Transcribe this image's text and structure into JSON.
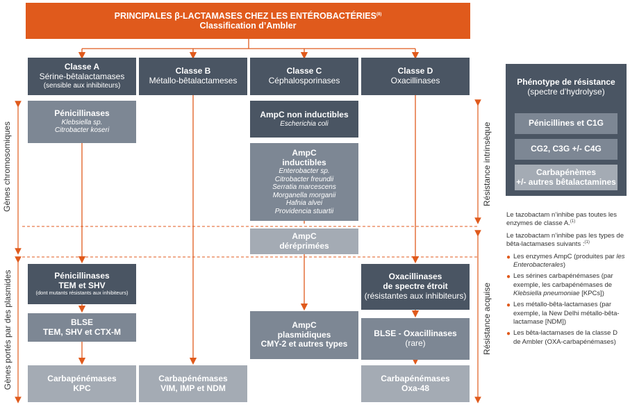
{
  "title": {
    "line1": "PRINCIPALES β-LACTAMASES CHEZ LES ENTÉROBACTÉRIES",
    "ref": "(8)",
    "line2": "Classification d’Ambler"
  },
  "classes": [
    {
      "name": "Classe A",
      "desc": "Sérine-bêtalactamases",
      "note": "(sensible aux inhibiteurs)"
    },
    {
      "name": "Classe B",
      "desc": "Métallo-bêtalactameses"
    },
    {
      "name": "Classe C",
      "desc": "Céphalosporinases"
    },
    {
      "name": "Classe D",
      "desc": "Oxacillinases"
    }
  ],
  "side_labels": {
    "chromosomic": "Gènes chromosomiques",
    "plasmid": "Gènes portés par des plasmides",
    "intrinsic": "Résistance intrinsèque",
    "acquired": "Résistance acquise"
  },
  "boxes": {
    "a_pen": {
      "title": "Pénicillinases",
      "l1": "Klebsiella sp.",
      "l2": "Citrobacter koseri"
    },
    "c_noninduc": {
      "title": "AmpC non inductibles",
      "l1": "Escherichia coli"
    },
    "c_induc": {
      "t1": "AmpC",
      "t2": "inductibles",
      "species": [
        "Enterobacter sp.",
        "Citrobacter freundii",
        "Serratia marcescens",
        "Morganella morganii",
        "Hafnia alvei",
        "Providencia stuartii"
      ]
    },
    "c_derep": {
      "t1": "AmpC",
      "t2": "déréprimées"
    },
    "a_tem": {
      "t1": "Pénicillinases",
      "t2": "TEM et SHV",
      "note": "(dont mutants résistants aux inhibiteurs)"
    },
    "a_blse": {
      "t1": "BLSE",
      "t2": "TEM, SHV et CTX-M"
    },
    "c_plasm": {
      "t1": "AmpC",
      "t2": "plasmidiques",
      "t3": "CMY-2 et autres types"
    },
    "d_oxa": {
      "t1": "Oxacillinases",
      "t2": "de spectre étroit",
      "t3": "(résistantes aux inhibiteurs)"
    },
    "d_blse": {
      "t1": "BLSE - Oxacillinases",
      "t2": "(rare)"
    },
    "a_carb": {
      "t1": "Carbapénémases",
      "t2": "KPC"
    },
    "b_carb": {
      "t1": "Carbapénémases",
      "t2": "VIM, IMP et NDM"
    },
    "d_carb": {
      "t1": "Carbapénémases",
      "t2": "Oxa-48"
    }
  },
  "legend": {
    "title": "Phénotype de résistance",
    "subtitle": "(spectre d’hydrolyse)",
    "items": [
      "Pénicillines et C1G",
      "CG2, C3G +/- C4G",
      "Carbapénèmes",
      "+/- autres bêtalactamines"
    ]
  },
  "notes": {
    "p1": "Le tazobactam n’inhibe pas toutes les enzymes de classe A.",
    "p1_ref": "(1)",
    "p2": "Le tazobactam n’inhibe pas les types de bêta-lactamases suivants :",
    "p2_ref": "(1)",
    "bullets": [
      {
        "pre": "Les enzymes AmpC (produites par ",
        "em": "les Enterobacterales",
        "post": ")"
      },
      {
        "pre": "Les sérines carbapénémases (par exemple, les carbapénémases de ",
        "em": "Klebsiella pneumoniae",
        "post": " [KPCs])"
      },
      {
        "pre": "Les métallo-bêta-lactamases (par exemple, la New Delhi métallo-bêta-lactamase [NDM])",
        "em": "",
        "post": ""
      },
      {
        "pre": "Les bêta-lactamases de la classe D de Ambler (OXA-carbapénémases)",
        "em": "",
        "post": ""
      }
    ]
  },
  "colors": {
    "accent": "#e05a1c",
    "dark": "#4a5563",
    "mid": "#7d8794",
    "light": "#a4abb4"
  }
}
